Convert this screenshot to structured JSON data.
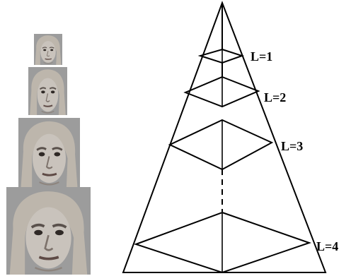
{
  "pyramid": {
    "levels": [
      {
        "label": "L=1",
        "image": "face-photo-level-1"
      },
      {
        "label": "L=2",
        "image": "face-photo-level-2"
      },
      {
        "label": "L=3",
        "image": "face-photo-level-3"
      },
      {
        "label": "L=4",
        "image": "face-photo-level-4"
      }
    ]
  },
  "colors": {
    "line": "#000000",
    "background": "#ffffff",
    "photo_bg": "#9a9a9a",
    "skin": "#c8c2bb",
    "hair": "#b9b2a8",
    "dark": "#3a3330"
  }
}
